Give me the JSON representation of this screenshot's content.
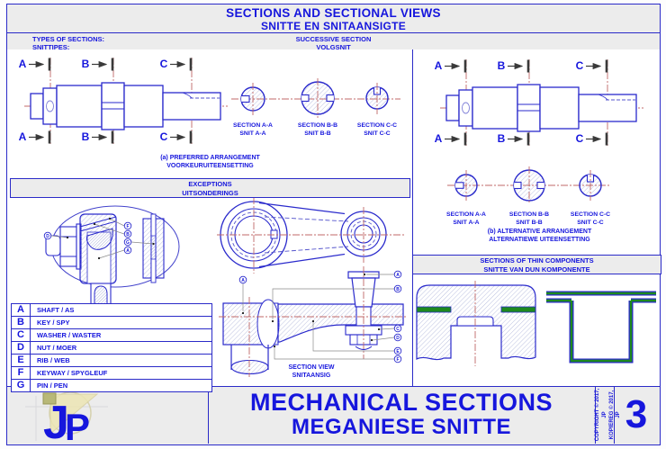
{
  "colors": {
    "accent_blue": "#1616dd",
    "line_blue": "#2a2acc",
    "centerline_red": "#c06868",
    "hatch_blue": "#a0a8d4",
    "thin_component_green": "#1e8a1e",
    "band_bg": "#ececec",
    "logo_olive": "#8c9152"
  },
  "title": {
    "line1_en": "SECTIONS AND SECTIONAL VIEWS",
    "line2_af": "SNITTE EN SNITAANSIGTE"
  },
  "subheader": {
    "left_line1": "TYPES OF SECTIONS:",
    "left_line2": "SNITTIPES:",
    "center_line1": "SUCCESSIVE SECTION",
    "center_line2": "VOLGSNIT"
  },
  "cutting_planes": {
    "letters": [
      "A",
      "B",
      "C"
    ]
  },
  "arrangement_a": {
    "section_labels": [
      [
        "SECTION A-A",
        "SNIT A-A"
      ],
      [
        "SECTION B-B",
        "SNIT B-B"
      ],
      [
        "SECTION C-C",
        "SNIT C-C"
      ]
    ],
    "caption_line1": "(a) PREFERRED ARRANGEMENT",
    "caption_line2": "VOORKEURUITEENSETTING"
  },
  "arrangement_b": {
    "section_labels": [
      [
        "SECTION A-A",
        "SNIT A-A"
      ],
      [
        "SECTION B-B",
        "SNIT B-B"
      ],
      [
        "SECTION C-C",
        "SNIT C-C"
      ]
    ],
    "caption_line1": "(b) ALTERNATIVE ARRANGEMENT",
    "caption_line2": "ALTERNATIEWE UITEENSETTING"
  },
  "exceptions": {
    "header_line1": "EXCEPTIONS",
    "header_line2": "UITSONDERINGS",
    "assembly_callouts": {
      "nut": "D",
      "keyway": "F",
      "key": "B",
      "pin": "G",
      "shaft": "A"
    },
    "section_view": {
      "caption_line1": "SECTION VIEW",
      "caption_line2": "SNITAANSIG",
      "callout_left": "A",
      "callouts_right": [
        "A",
        "B",
        "C",
        "D",
        "E",
        "F"
      ]
    }
  },
  "legend": {
    "rows": [
      {
        "key": "A",
        "label": "SHAFT / AS"
      },
      {
        "key": "B",
        "label": "KEY / SPY"
      },
      {
        "key": "C",
        "label": "WASHER / WASTER"
      },
      {
        "key": "D",
        "label": "NUT / MOER"
      },
      {
        "key": "E",
        "label": "RIB / WEB"
      },
      {
        "key": "F",
        "label": "KEYWAY / SPYGLEUF"
      },
      {
        "key": "G",
        "label": "PIN / PEN"
      }
    ]
  },
  "thin_components": {
    "header_line1": "SECTIONS OF THIN COMPONENTS",
    "header_line2": "SNITTE VAN DUN KOMPONENTE"
  },
  "footer": {
    "title_line1": "MECHANICAL SECTIONS",
    "title_line2": "MEGANIESE SNITTE",
    "copyright_line1": "COPYRIGHT © 2017, JP",
    "copyright_line2": "KOPIEREG © 2017, JP",
    "page_number": "3",
    "logo_text_j": "J",
    "logo_text_p": "P"
  }
}
